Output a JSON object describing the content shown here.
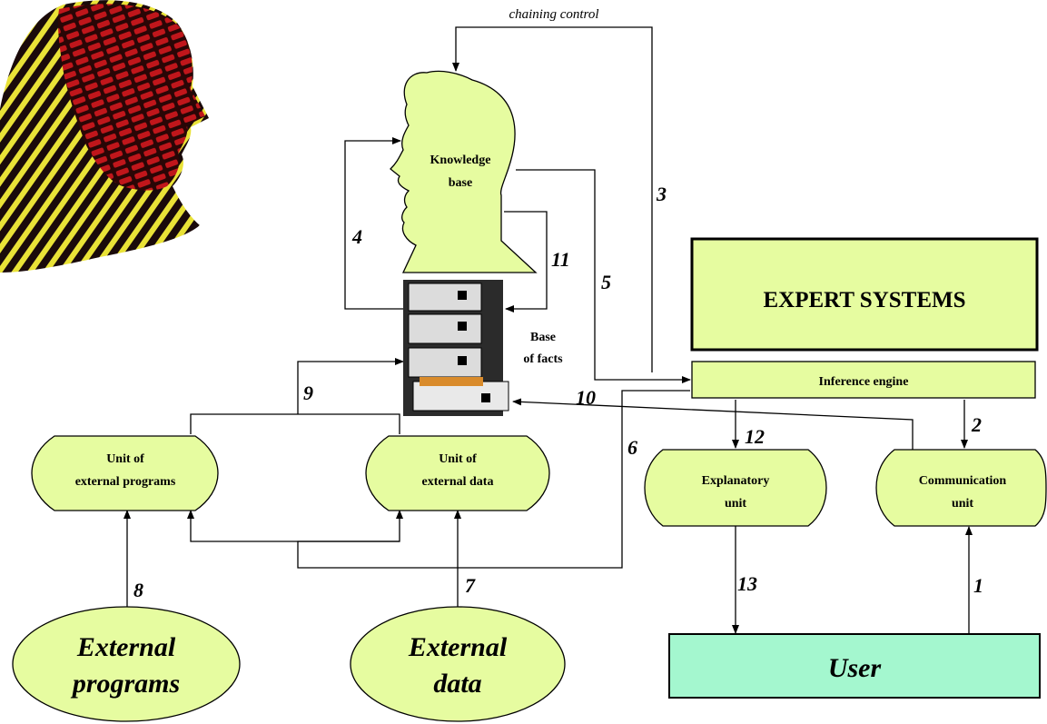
{
  "colors": {
    "box_fill": "#e6fca0",
    "user_fill": "#a4f7cf",
    "line": "#000000",
    "head_fill_dark": "#1a0a0a",
    "head_red": "#c0161b",
    "head_yellow": "#e9e237"
  },
  "chaining_control": "chaining control",
  "knowledge_base": {
    "line1": "Knowledge",
    "line2": "base"
  },
  "base_of_facts": {
    "line1": "Base",
    "line2": "of facts"
  },
  "expert_systems": "EXPERT SYSTEMS",
  "inference_engine": "Inference engine",
  "unit_external_programs": {
    "line1": "Unit of",
    "line2": "external programs"
  },
  "unit_external_data": {
    "line1": "Unit of",
    "line2": "external data"
  },
  "explanatory_unit": {
    "line1": "Explanatory",
    "line2": "unit"
  },
  "communication_unit": {
    "line1": "Communication",
    "line2": "unit"
  },
  "external_programs": {
    "line1": "External",
    "line2": "programs"
  },
  "external_data": {
    "line1": "External",
    "line2": "data"
  },
  "user": "User",
  "numbers": {
    "n1": "1",
    "n2": "2",
    "n3": "3",
    "n4": "4",
    "n5": "5",
    "n6": "6",
    "n7": "7",
    "n8": "8",
    "n9": "9",
    "n10": "10",
    "n11": "11",
    "n12": "12",
    "n13": "13"
  },
  "icons": [
    "head-silhouette-icon",
    "filing-cabinet-icon",
    "striped-head-icon"
  ]
}
